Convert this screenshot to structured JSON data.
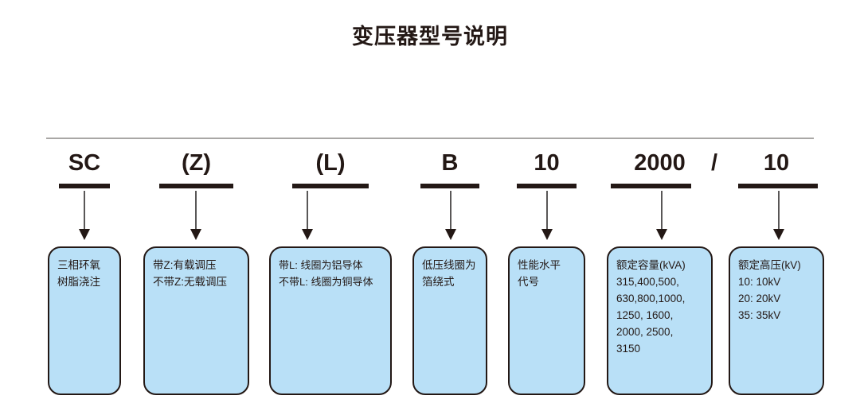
{
  "title": "变压器型号说明",
  "diagram": {
    "type": "annotated-model-code-breakdown",
    "separator": "/",
    "segments": [
      {
        "code": "SC",
        "lines": [
          "三相环氧",
          "树脂浇注"
        ]
      },
      {
        "code": "(Z)",
        "lines": [
          "带Z:有载调压",
          "不带Z:无载调压"
        ]
      },
      {
        "code": "(L)",
        "lines": [
          "带L: 线圈为铝导体",
          "不带L: 线圈为铜导体"
        ]
      },
      {
        "code": "B",
        "lines": [
          "低压线圈为",
          "箔绕式"
        ]
      },
      {
        "code": "10",
        "lines": [
          "性能水平",
          "代号"
        ]
      },
      {
        "code": "2000",
        "lines": [
          "额定容量(kVA)",
          "315,400,500,",
          "630,800,1000,",
          "1250, 1600,",
          "2000, 2500,",
          " 3150"
        ]
      },
      {
        "code": "10",
        "lines": [
          "额定高压(kV)",
          "10: 10kV",
          "20: 20kV",
          "35: 35kV"
        ]
      }
    ]
  },
  "colors": {
    "box_fill": "#b9e0f7",
    "ink": "#231815",
    "rule": "#a9a7a5",
    "arrow_stem": "#595757"
  }
}
